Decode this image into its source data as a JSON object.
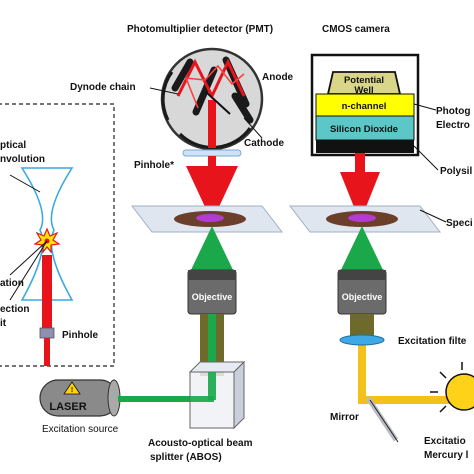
{
  "diagram": {
    "title_pmt": "Photomultiplier detector (PMT)",
    "title_cmos": "CMOS camera",
    "pmt_labels": {
      "anode": "Anode",
      "dynode": "Dynode chain",
      "cathode": "Cathode",
      "pinhole": "Pinhole*"
    },
    "cmos_layers": {
      "potential_line1": "Potential",
      "potential_line2": "Well",
      "nchannel": "n-channel",
      "silicon": "Silicon Dioxide"
    },
    "cmos_side_labels": {
      "photo": "Photog",
      "electro": "Electro",
      "polysil": "Polysil"
    },
    "specimen_label": "Speci",
    "objective": "Objective",
    "objective2": "Objective",
    "excitation_filter": "Excitation filte",
    "mirror": "Mirror",
    "mercury_line1": "Excitatio",
    "mercury_line2": "Mercury l",
    "laser": "LASER",
    "excitation_source": "Excitation source",
    "abos_line1": "Acousto-optical beam",
    "abos_line2": "splitter (ABOS)",
    "inset": {
      "optical": "ptical",
      "convolution": "nvolution",
      "ation": "ation",
      "ection": "ection",
      "it": "it",
      "pinhole": "Pinhole"
    },
    "colors": {
      "red_beam": "#e8141c",
      "green_beam": "#1aa84a",
      "yellow_beam": "#f2c21a",
      "olive_tube": "#6d6a2c",
      "potential_well": "#d9d68a",
      "nchannel": "#ffff00",
      "silicon": "#5cc7c7",
      "filter": "#3fa9e6",
      "sun": "#ffd21a"
    }
  }
}
